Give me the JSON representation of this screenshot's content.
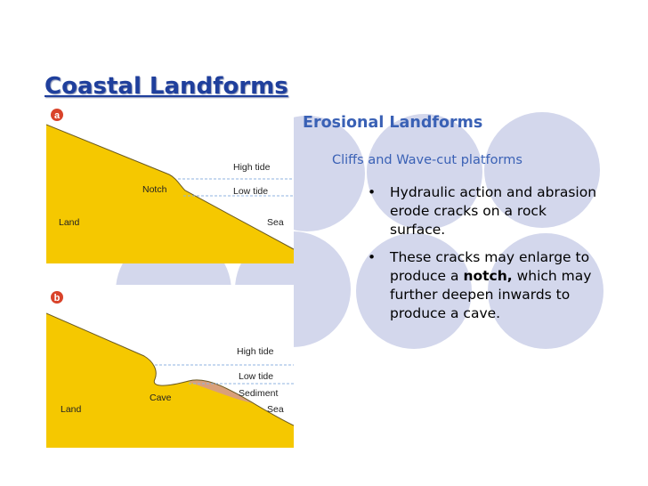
{
  "slide": {
    "title": "Coastal Landforms"
  },
  "diagrams": [
    {
      "badge": "a",
      "labels": {
        "high_tide": "High tide",
        "low_tide": "Low tide",
        "notch": "Notch",
        "land": "Land",
        "sea": "Sea"
      }
    },
    {
      "badge": "b",
      "labels": {
        "high_tide": "High tide",
        "low_tide": "Low tide",
        "sediment": "Sediment",
        "cave": "Cave",
        "land": "Land",
        "sea": "Sea"
      }
    }
  ],
  "content": {
    "heading": "Erosional Landforms",
    "subheading": "Cliffs and Wave-cut platforms",
    "bullets": [
      {
        "text": "Hydraulic action and abrasion erode cracks on a rock surface."
      },
      {
        "text_before": "These cracks may enlarge to produce a ",
        "text_bold": "notch,",
        "text_after": " which may further deepen inwards to produce a cave."
      }
    ],
    "bullet_symbol": "•"
  },
  "colors": {
    "title": "#1f3f9c",
    "heading": "#3a61b5",
    "land": "#f5c800",
    "badge": "#d9432a",
    "circles": "#d3d7ec",
    "tide_line": "#8fb3e0",
    "sediment": "#d9a07a"
  }
}
